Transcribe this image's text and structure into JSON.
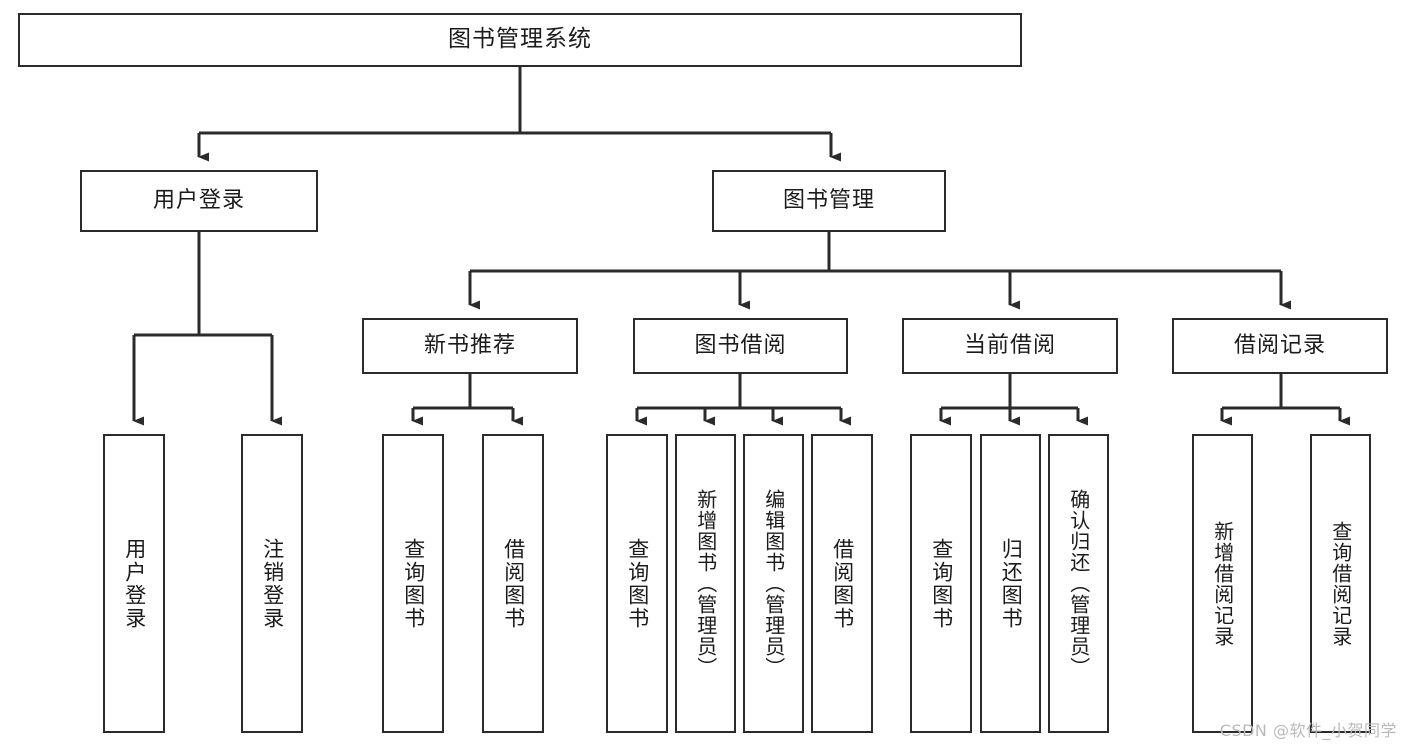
{
  "diagram": {
    "title": "图书管理系统",
    "type": "tree-hierarchy",
    "root": {
      "label": "图书管理系统"
    },
    "level1": [
      {
        "label": "用户登录"
      },
      {
        "label": "图书管理"
      }
    ],
    "level2": [
      {
        "label": "新书推荐"
      },
      {
        "label": "图书借阅"
      },
      {
        "label": "当前借阅"
      },
      {
        "label": "借阅记录"
      }
    ],
    "leaves": {
      "user_login": [
        {
          "label": "用户登录"
        },
        {
          "label": "注销登录"
        }
      ],
      "new_book_recommend": [
        {
          "label": "查询图书"
        },
        {
          "label": "借阅图书"
        }
      ],
      "book_borrow": [
        {
          "label": "查询图书"
        },
        {
          "label": "新增图书（管理员）"
        },
        {
          "label": "编辑图书（管理员）"
        },
        {
          "label": "借阅图书"
        }
      ],
      "current_borrow": [
        {
          "label": "查询图书"
        },
        {
          "label": "归还图书"
        },
        {
          "label": "确认归还（管理员）"
        }
      ],
      "borrow_record": [
        {
          "label": "新增借阅记录"
        },
        {
          "label": "查询借阅记录"
        }
      ]
    }
  },
  "watermark": {
    "text": "CSDN @软件_小贺同学"
  },
  "colors": {
    "stroke": "#2b2b2b",
    "background": "#ffffff",
    "text": "#1b1b1b",
    "watermark": "#b9b9b9"
  }
}
